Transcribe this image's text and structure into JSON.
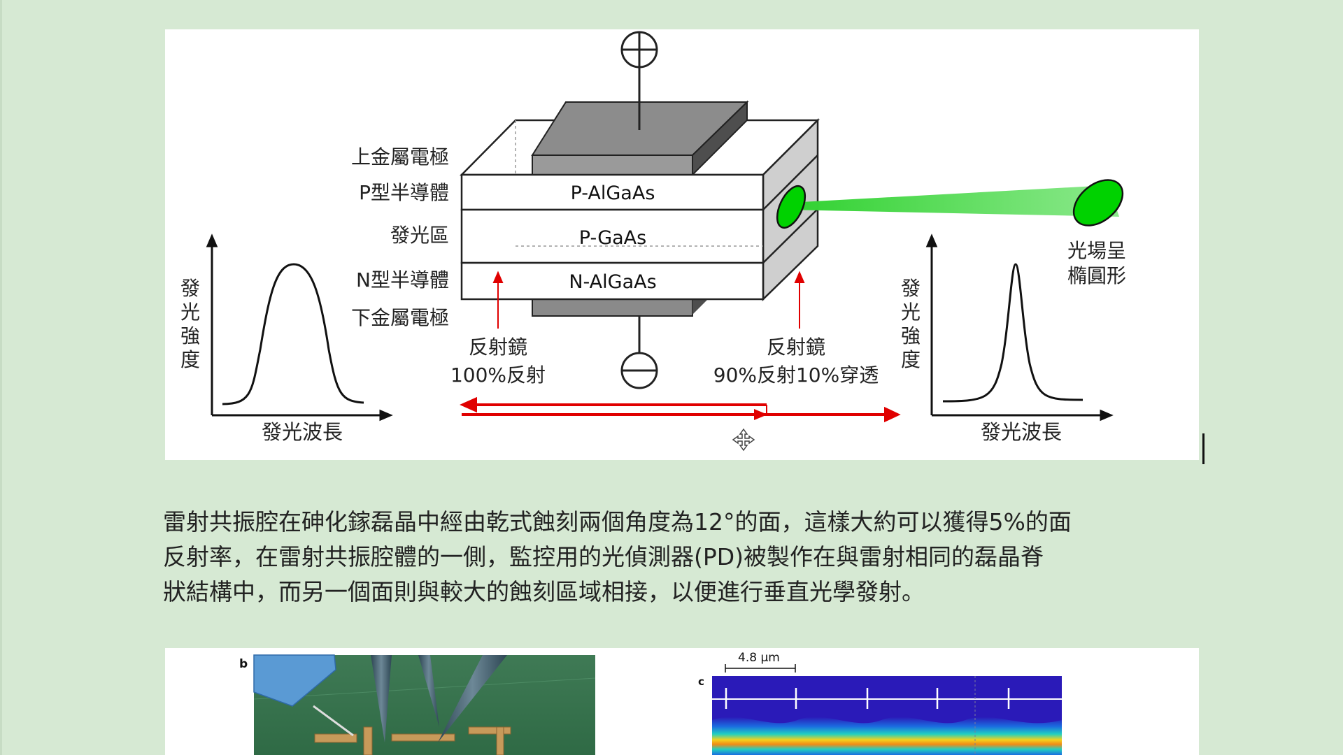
{
  "diagram": {
    "layer_labels_cn": [
      "上金屬電極",
      "P型半導體",
      "發光區",
      "N型半導體",
      "下金屬電極"
    ],
    "layer_names": [
      "P-AlGaAs",
      "P-GaAs",
      "N-AlGaAs"
    ],
    "left_mirror": {
      "title": "反射鏡",
      "desc": "100%反射"
    },
    "right_mirror": {
      "title": "反射鏡",
      "desc": "90%反射10%穿透"
    },
    "beam_label": [
      "光場呈",
      "橢圓形"
    ],
    "left_plot": {
      "ylabel": [
        "發",
        "光",
        "強",
        "度"
      ],
      "xlabel": "發光波長"
    },
    "right_plot": {
      "ylabel": [
        "發",
        "光",
        "強",
        "度"
      ],
      "xlabel": "發光波長"
    },
    "colors": {
      "beam": "#00d200",
      "arrow": "#e00000",
      "metal": "#8a8a8a",
      "side": "#cfcfcf"
    }
  },
  "paragraph": [
    "雷射共振腔在砷化鎵磊晶中經由乾式蝕刻兩個角度為12°的面，這樣大約可以獲得5%的面",
    "反射率，在雷射共振腔體的一側，監控用的光偵測器(PD)被製作在與雷射相同的磊晶脊",
    "狀結構中，而另一個面則與較大的蝕刻區域相接，以便進行垂直光學發射。"
  ],
  "figures": {
    "panel_b_label": "b",
    "panel_c_label": "c",
    "scale_label": "4.8 µm"
  }
}
